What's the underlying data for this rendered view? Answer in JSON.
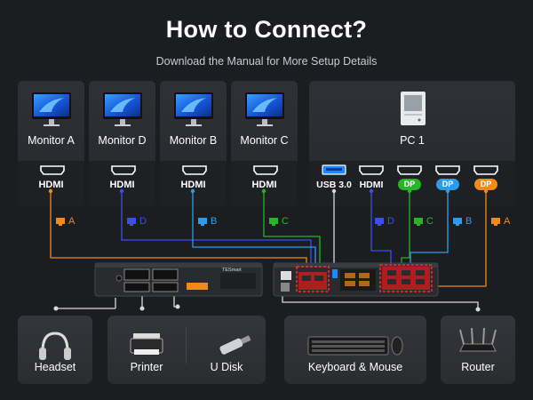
{
  "header": {
    "title": "How to Connect?",
    "subtitle": "Download the Manual for More Setup Details"
  },
  "monitors": [
    {
      "name": "Monitor A",
      "port": "HDMI",
      "tag": "A",
      "color": "#f08a1c"
    },
    {
      "name": "Monitor D",
      "port": "HDMI",
      "tag": "D",
      "color": "#3b4ef0"
    },
    {
      "name": "Monitor B",
      "port": "HDMI",
      "tag": "B",
      "color": "#2f9be8"
    },
    {
      "name": "Monitor C",
      "port": "HDMI",
      "tag": "C",
      "color": "#25b526"
    }
  ],
  "pc": {
    "name": "PC 1",
    "ports": [
      {
        "label": "USB 3.0",
        "tag": ""
      },
      {
        "label": "HDMI",
        "tag": "D"
      },
      {
        "label": "DP",
        "tag": "C",
        "color": "#25b526"
      },
      {
        "label": "DP",
        "tag": "B",
        "color": "#2f9be8"
      },
      {
        "label": "DP",
        "tag": "A",
        "color": "#f08a1c"
      }
    ]
  },
  "kvm": {
    "brand": "TESmart"
  },
  "devices": [
    {
      "name": "Headset",
      "icon": "headset-icon"
    },
    {
      "name": "Printer",
      "icon": "printer-icon"
    },
    {
      "name": "U Disk",
      "icon": "usb-disk-icon"
    },
    {
      "name": "Keyboard & Mouse",
      "icon": "keyboard-mouse-icon"
    },
    {
      "name": "Router",
      "icon": "router-icon"
    }
  ]
}
